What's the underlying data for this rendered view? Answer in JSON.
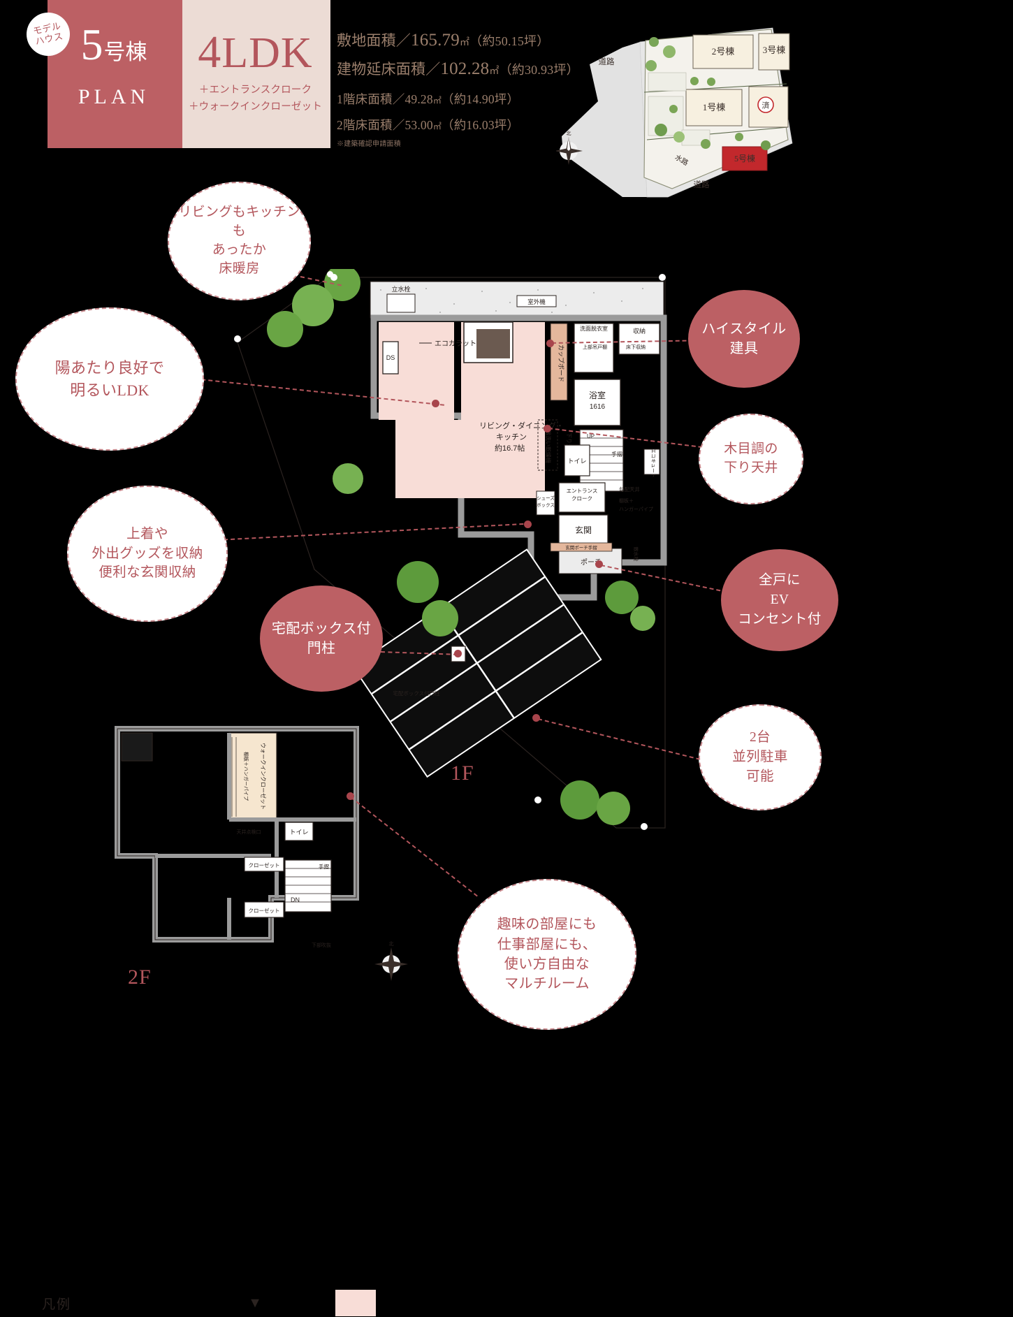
{
  "header": {
    "model_badge_line1": "モデル",
    "model_badge_line2": "ハウス",
    "house_number": "5",
    "house_suffix": "号棟",
    "plan_word": "PLAN",
    "ldk_number": "4",
    "ldk_text": "LDK",
    "ldk_sub_line1": "＋エントランスクローク",
    "ldk_sub_line2": "＋ウォークインクローゼット"
  },
  "specs": {
    "site_area_label": "敷地面積／",
    "site_area_value": "165.79",
    "site_area_unit": "㎡",
    "site_area_tsubo": "（約50.15坪）",
    "total_floor_label": "建物延床面積／",
    "total_floor_value": "102.28",
    "total_floor_unit": "㎡",
    "total_floor_tsubo": "（約30.93坪）",
    "floor1_label": "1階床面積／",
    "floor1_value": "49.28",
    "floor1_unit": "㎡",
    "floor1_tsubo": "（約14.90坪）",
    "floor2_label": "2階床面積／",
    "floor2_value": "53.00",
    "floor2_unit": "㎡",
    "floor2_tsubo": "（約16.03坪）",
    "note": "※建築確認申請面積"
  },
  "sitemap": {
    "road_left": "道路",
    "road_bottom": "道路",
    "waterway": "水路",
    "lot2": "2号棟",
    "lot3": "3号棟",
    "lot1": "1号棟",
    "lot_sold": "済",
    "lot5": "5号棟",
    "compass": "北"
  },
  "callouts": [
    {
      "id": "floor-heating",
      "text_lines": [
        "リビングもキッチンも",
        "あったか",
        "床暖房"
      ],
      "style": "white"
    },
    {
      "id": "bright-ldk",
      "text_lines": [
        "陽あたり良好で",
        "明るいLDK"
      ],
      "style": "white"
    },
    {
      "id": "entrance-storage",
      "text_lines": [
        "上着や",
        "外出グッズを収納",
        "便利な玄関収納"
      ],
      "style": "white"
    },
    {
      "id": "delivery-box",
      "text_lines": [
        "宅配ボックス付",
        "門柱"
      ],
      "style": "red"
    },
    {
      "id": "high-style-fittings",
      "text_lines": [
        "ハイスタイル",
        "建具"
      ],
      "style": "red"
    },
    {
      "id": "wood-ceiling",
      "text_lines": [
        "木目調の",
        "下り天井"
      ],
      "style": "white"
    },
    {
      "id": "ev-outlet",
      "text_lines": [
        "全戸に",
        "EV",
        "コンセント付"
      ],
      "style": "red"
    },
    {
      "id": "two-car-parking",
      "text_lines": [
        "2台",
        "並列駐車",
        "可能"
      ],
      "style": "white"
    },
    {
      "id": "multi-room",
      "text_lines": [
        "趣味の部屋にも",
        "仕事部屋にも、",
        "使い方自由な",
        "マルチルーム"
      ],
      "style": "white"
    }
  ],
  "floor1": {
    "tag": "1F",
    "rooms": [
      {
        "name": "立水栓"
      },
      {
        "name": "室外機"
      },
      {
        "name": "エコカラット"
      },
      {
        "name": "DS"
      },
      {
        "name": "カップボード"
      },
      {
        "name": "洗面脱衣室"
      },
      {
        "name": "収納"
      },
      {
        "name": "上部吊戸棚"
      },
      {
        "name": "床下収納"
      },
      {
        "name": "浴室"
      },
      {
        "name": "1616"
      },
      {
        "name": "リビング・ダイニング・"
      },
      {
        "name": "キッチン"
      },
      {
        "name": "約16.7帖"
      },
      {
        "name": "食器洗い乾燥機"
      },
      {
        "name": "下り天井"
      },
      {
        "name": "UP"
      },
      {
        "name": "トイレ"
      },
      {
        "name": "手摺"
      },
      {
        "name": "エコキュート"
      },
      {
        "name": "勾配天井"
      },
      {
        "name": "エントランス"
      },
      {
        "name": "クローク"
      },
      {
        "name": "棚板＋"
      },
      {
        "name": "ハンガーパイプ"
      },
      {
        "name": "シューズ"
      },
      {
        "name": "ボックス"
      },
      {
        "name": "玄関"
      },
      {
        "name": "ポーチ"
      },
      {
        "name": "玄関ポーチ手摺"
      },
      {
        "name": "散水栓"
      },
      {
        "name": "宅配ボックス付門柱"
      }
    ]
  },
  "floor2": {
    "tag": "2F",
    "rooms": [
      {
        "name": "ウォークインクローゼット"
      },
      {
        "name": "棚板＋ハンガーパイプ"
      },
      {
        "name": "天井点検口"
      },
      {
        "name": "トイレ"
      },
      {
        "name": "クローゼット"
      },
      {
        "name": "手摺"
      },
      {
        "name": "DN"
      },
      {
        "name": "クローゼット"
      },
      {
        "name": "下部吹抜"
      },
      {
        "name": "北"
      }
    ]
  },
  "legend": {
    "title": "凡例",
    "triangle": "▼",
    "swatch_color": "#f8ddd7"
  },
  "colors": {
    "brand_red": "#bc6064",
    "brand_red_text": "#b3565c",
    "pink_panel": "#ecdcd5",
    "spec_text": "#9b7f6c",
    "room_pink": "#f8ddd7",
    "bg": "#000000"
  }
}
